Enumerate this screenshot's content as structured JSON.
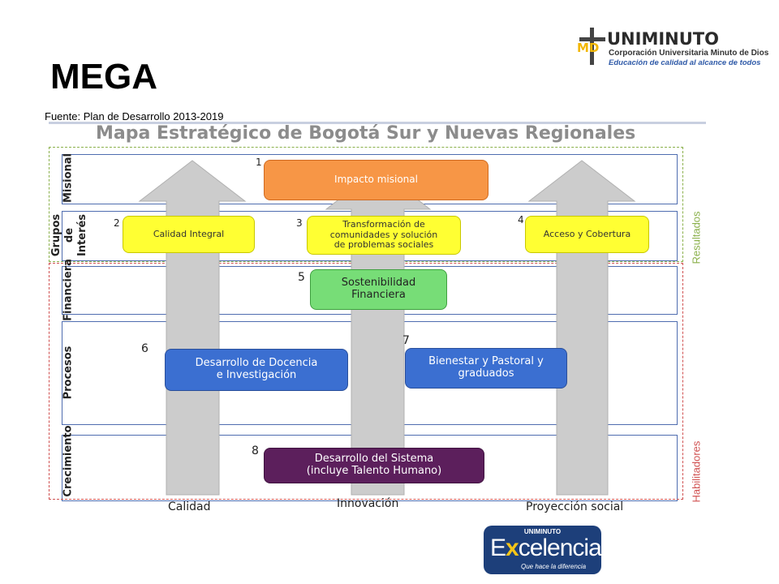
{
  "slide": {
    "title": "MEGA",
    "source": "Fuente: Plan de Desarrollo 2013-2019"
  },
  "logo_top": {
    "brand": "UNIMINUTO",
    "monogram": "MD",
    "line1": "Corporación Universitaria Minuto de Dios",
    "line2": "Educación de calidad al alcance de todos"
  },
  "diagram": {
    "title": "Mapa Estratégico de Bogotá Sur y Nuevas Regionales",
    "perspectives": [
      "Misional",
      "Grupos de Interés",
      "Financiera",
      "Procesos",
      "Crecimiento"
    ],
    "side_labels": {
      "results": "Resultados",
      "enablers": "Habilitadores"
    },
    "pillars": [
      "Calidad",
      "Innovación",
      "Proyección social"
    ],
    "objectives": [
      {
        "number": "1",
        "label": "Impacto misional"
      },
      {
        "number": "2",
        "label": "Calidad Integral"
      },
      {
        "number": "3",
        "label_lines": [
          "Transformación de",
          "comunidades y solución",
          "de problemas sociales"
        ]
      },
      {
        "number": "4",
        "label": "Acceso y Cobertura"
      },
      {
        "number": "5",
        "label_lines": [
          "Sostenibilidad",
          "Financiera"
        ]
      },
      {
        "number": "6",
        "label_lines": [
          "Desarrollo de Docencia",
          "e Investigación"
        ]
      },
      {
        "number": "7",
        "label_lines": [
          "Bienestar y Pastoral y",
          "graduados"
        ]
      },
      {
        "number": "8",
        "label_lines": [
          "Desarrollo del Sistema",
          "(incluye Talento  Humano)"
        ]
      }
    ],
    "colors": {
      "orange": "#f79646",
      "yellow": "#ffff33",
      "green": "#77dd77",
      "blue": "#3b6fd1",
      "purple": "#5c1f5c",
      "band_border": "#4f6db0",
      "arrow": "#c8c8c8"
    }
  },
  "logo_bottom": {
    "top": "UNIMINUTO",
    "word_prefix": "E",
    "word_x": "x",
    "word_suffix": "celencia",
    "tagline": "Que hace la diferencia"
  }
}
